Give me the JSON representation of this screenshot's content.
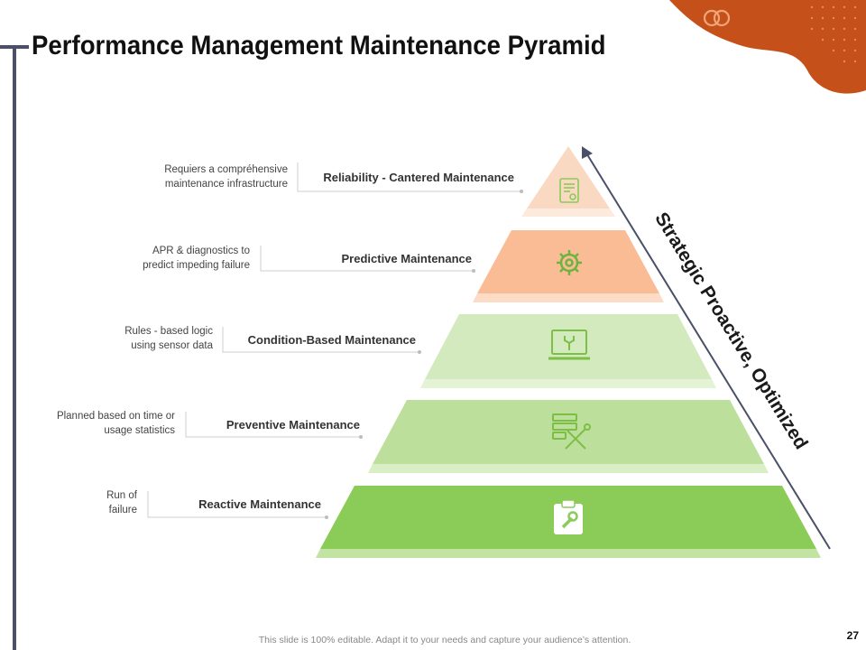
{
  "slide": {
    "title": "Performance Management Maintenance Pyramid",
    "footer": "This slide is 100% editable. Adapt it to your needs and capture your audience’s attention.",
    "page_number": "27",
    "arrow_label": "Strategic Proactive, Optimized"
  },
  "colors": {
    "accent_orange": "#c5501a",
    "rail": "#4a5068",
    "tier1_fill": "#f9d9c2",
    "tier2_fill": "#f9bc94",
    "tier3_fill": "#d2eabd",
    "tier4_fill": "#bcdf9c",
    "tier5_fill": "#8bcb58",
    "icon_green": "#7cbf44"
  },
  "tiers": [
    {
      "label": "Reliability - Cantered Maintenance",
      "desc_lines": [
        "Requiers a compréhensive",
        "maintenance infrastructure"
      ],
      "icon": "certificate-icon"
    },
    {
      "label": "Predictive Maintenance",
      "desc_lines": [
        "APR & diagnostics to",
        "predict impeding failure"
      ],
      "icon": "gears-icon"
    },
    {
      "label": "Condition-Based Maintenance",
      "desc_lines": [
        "Rules - based logic",
        "using sensor data"
      ],
      "icon": "laptop-wrench-icon"
    },
    {
      "label": "Preventive Maintenance",
      "desc_lines": [
        "Planned based on time or",
        "usage statistics"
      ],
      "icon": "server-tools-icon"
    },
    {
      "label": "Reactive Maintenance",
      "desc_lines": [
        "Run of",
        "failure"
      ],
      "icon": "clipboard-wrench-icon"
    }
  ]
}
